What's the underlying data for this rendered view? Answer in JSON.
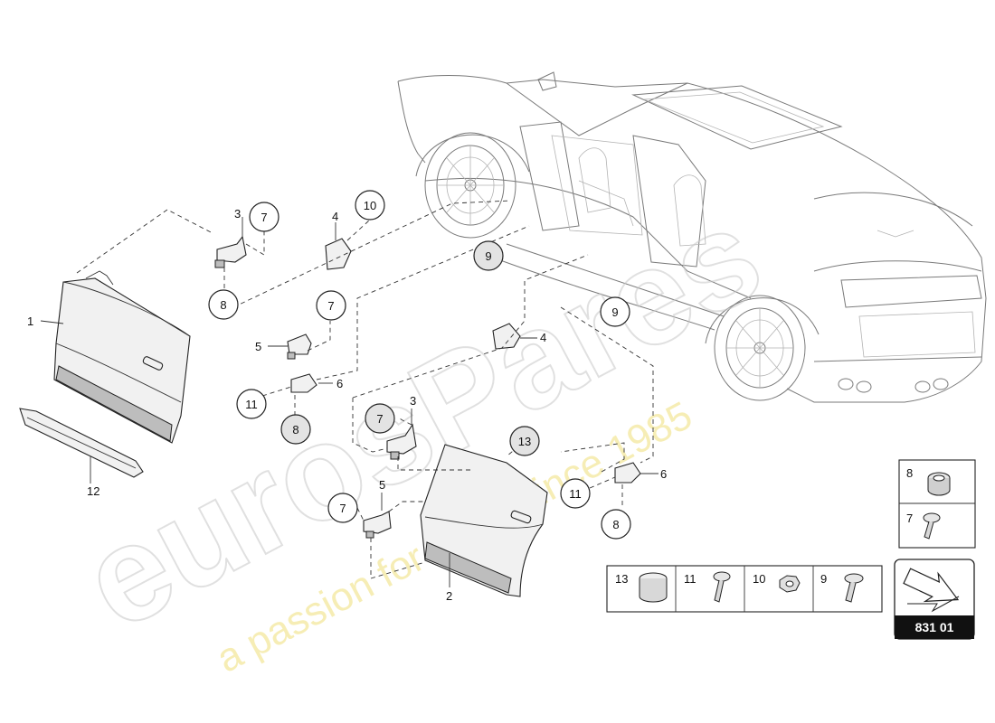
{
  "diagram_code": "831 01",
  "watermark": {
    "brand": "eurosPares",
    "tagline": "a passion for parts since 1985"
  },
  "callouts": {
    "c1": "1",
    "c2": "2",
    "c3a": "3",
    "c3b": "3",
    "c4a": "4",
    "c4b": "4",
    "c5a": "5",
    "c5b": "5",
    "c6a": "6",
    "c6b": "6",
    "c12": "12",
    "b7a": "7",
    "b7b": "7",
    "b7c": "7",
    "b7d": "7",
    "b8a": "8",
    "b8b": "8",
    "b8c": "8",
    "b9a": "9",
    "b9b": "9",
    "b10": "10",
    "b11a": "11",
    "b11b": "11",
    "b13": "13"
  },
  "legend": {
    "right": [
      {
        "id": "8"
      },
      {
        "id": "7"
      }
    ],
    "bottom": [
      {
        "id": "13"
      },
      {
        "id": "11"
      },
      {
        "id": "10"
      },
      {
        "id": "9"
      }
    ]
  },
  "colors": {
    "line": "#222222",
    "highlight_bubble": "#e3e3e3",
    "watermark_gray": "#c8c8c8",
    "watermark_yellow": "#f0e07a"
  }
}
